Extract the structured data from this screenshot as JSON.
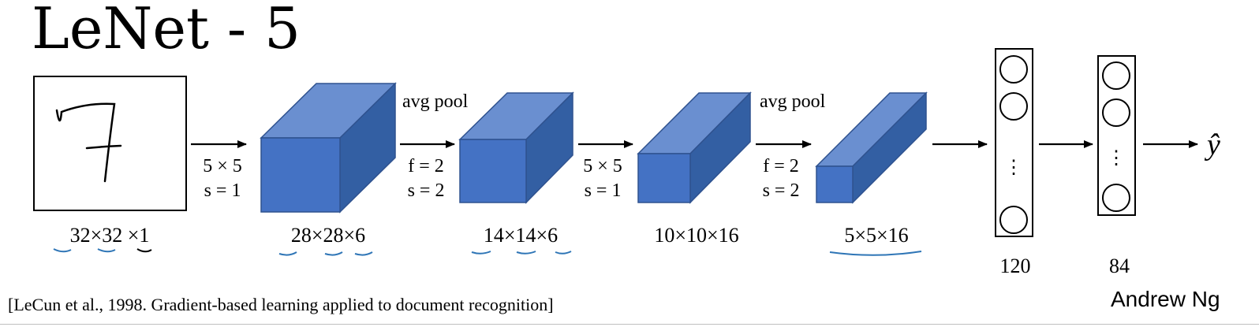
{
  "title": "LeNet - 5",
  "input": {
    "digit": "7",
    "dims": "32×32 ×1"
  },
  "edges": [
    {
      "op": "",
      "line1": "5 × 5",
      "line2": "s = 1"
    },
    {
      "op": "avg pool",
      "line1": "f = 2",
      "line2": "s = 2"
    },
    {
      "op": "",
      "line1": "5 × 5",
      "line2": "s = 1"
    },
    {
      "op": "avg pool",
      "line1": "f = 2",
      "line2": "s = 2"
    }
  ],
  "volumes": [
    {
      "dims": "28×28×6"
    },
    {
      "dims": "14×14×6"
    },
    {
      "dims": "10×10×16"
    },
    {
      "dims": "5×5×16"
    }
  ],
  "fc_layers": [
    {
      "units": "120",
      "vdots": "⋮"
    },
    {
      "units": "84",
      "vdots": "⋮"
    }
  ],
  "output": {
    "label": "ŷ"
  },
  "citation": "[LeCun et al., 1998. Gradient-based learning applied to document recognition]",
  "author": "Andrew Ng",
  "colors": {
    "cube_front": "#4472c4",
    "cube_top": "#6a8fd0",
    "cube_side": "#335fa3",
    "cube_edge": "#2f528f",
    "annotation": "#2e75b6"
  }
}
